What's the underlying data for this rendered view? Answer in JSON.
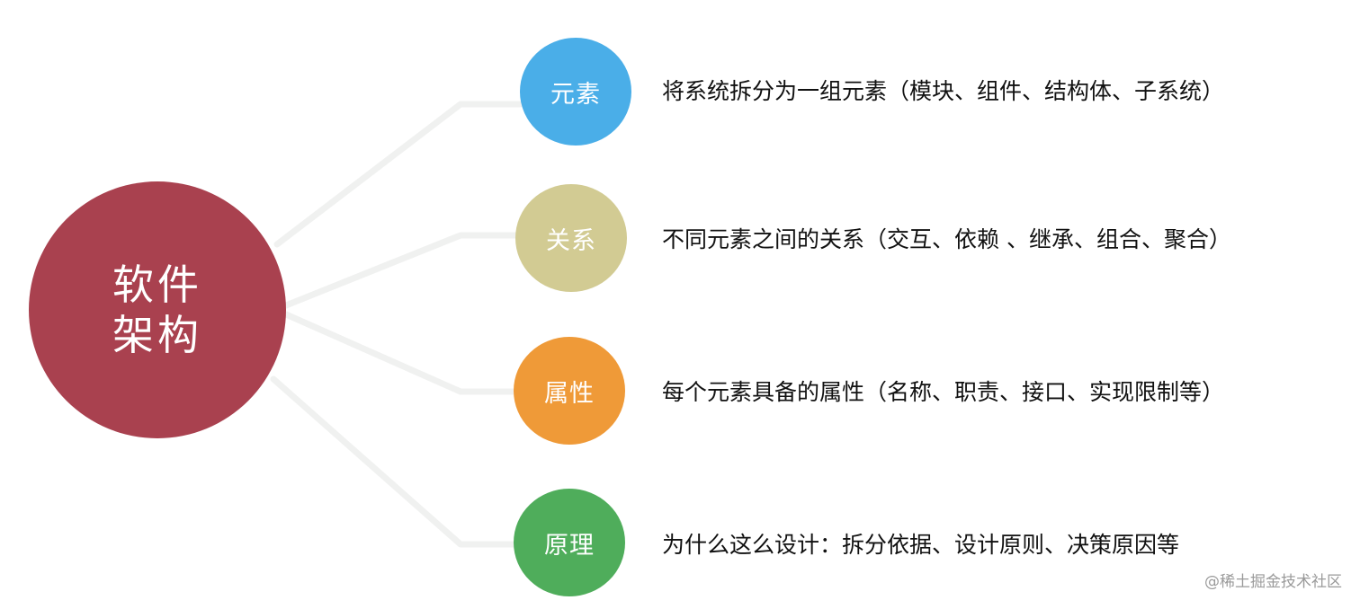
{
  "root": {
    "line1": "软件",
    "line2": "架构",
    "color": "#a9414f"
  },
  "branches": [
    {
      "label": "元素",
      "color": "#4aaee8",
      "description": "将系统拆分为一组元素（模块、组件、结构体、子系统）"
    },
    {
      "label": "关系",
      "color": "#d2cb93",
      "description": "不同元素之间的关系（交互、依赖 、继承、组合、聚合）"
    },
    {
      "label": "属性",
      "color": "#ef9a38",
      "description": "每个元素具备的属性（名称、职责、接口、实现限制等）"
    },
    {
      "label": "原理",
      "color": "#4fad5b",
      "description": "为什么这么设计：拆分依据、设计原则、决策原因等"
    }
  ],
  "watermark": "@稀土掘金技术社区",
  "connector_color": "#f0f1f0"
}
